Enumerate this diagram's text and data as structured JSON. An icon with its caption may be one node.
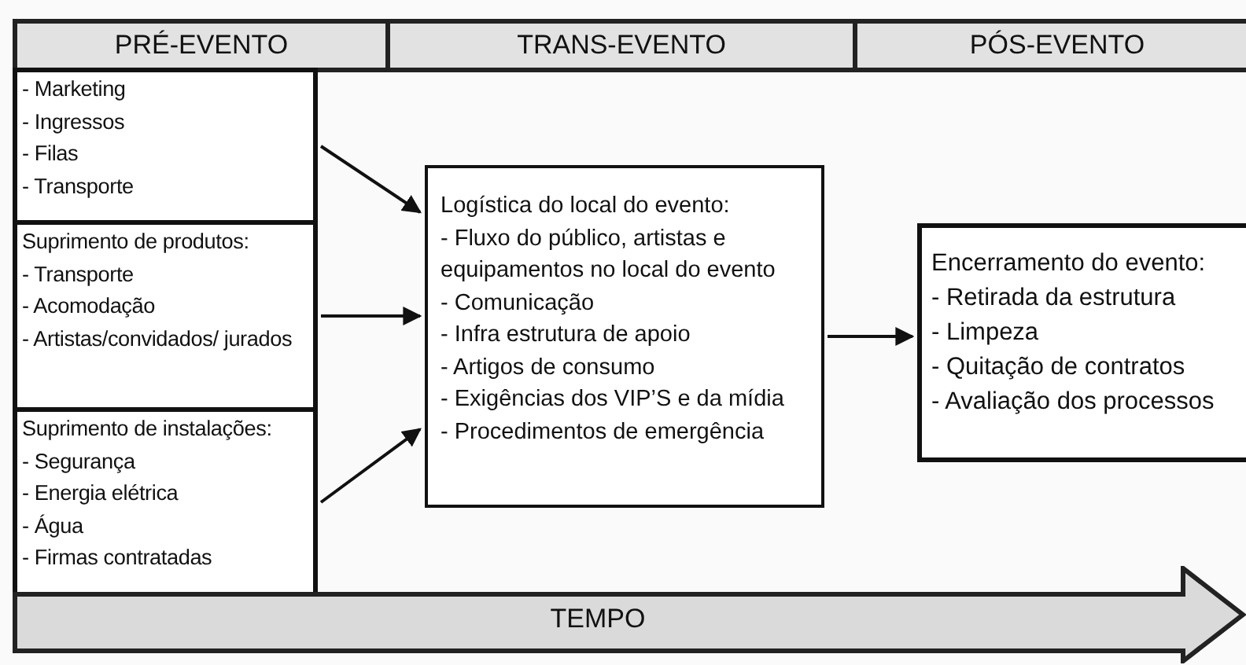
{
  "diagram": {
    "nodes": [
      {
        "text": [
          "PRÉ-EVENTO"
        ]
      },
      {
        "text": [
          "TRANS-EVENTO"
        ]
      },
      {
        "text": [
          "PÓS-EVENTO"
        ]
      },
      {
        "text": [
          "- Marketing",
          "- Ingressos",
          "- Filas",
          "- Transporte"
        ]
      },
      {
        "text": [
          "Suprimento de produtos:",
          "- Transporte",
          "- Acomodação",
          "- Artistas/convidados/ jurados"
        ]
      },
      {
        "text": [
          "Suprimento de instalações:",
          "- Segurança",
          "- Energia elétrica",
          "- Água",
          "- Firmas contratadas"
        ]
      },
      {
        "text": [
          "Logística do local do evento:",
          "- Fluxo do público, artistas e equipamentos no local do evento",
          "- Comunicação",
          "- Infra estrutura de apoio",
          "- Artigos de consumo",
          "- Exigências dos VIP’S e da mídia",
          "- Procedimentos de emergência"
        ]
      },
      {
        "text": [
          "Encerramento do evento:",
          "- Retirada da estrutura",
          "- Limpeza",
          "- Quitação de contratos",
          "- Avaliação dos processos"
        ]
      },
      {
        "text": [
          "TEMPO"
        ]
      }
    ],
    "edges": [
      {
        "from": 3,
        "to": 6,
        "arrow": "to"
      },
      {
        "from": 4,
        "to": 6,
        "arrow": "to"
      },
      {
        "from": 5,
        "to": 6,
        "arrow": "to"
      },
      {
        "from": 6,
        "to": 7,
        "arrow": "to"
      }
    ]
  }
}
